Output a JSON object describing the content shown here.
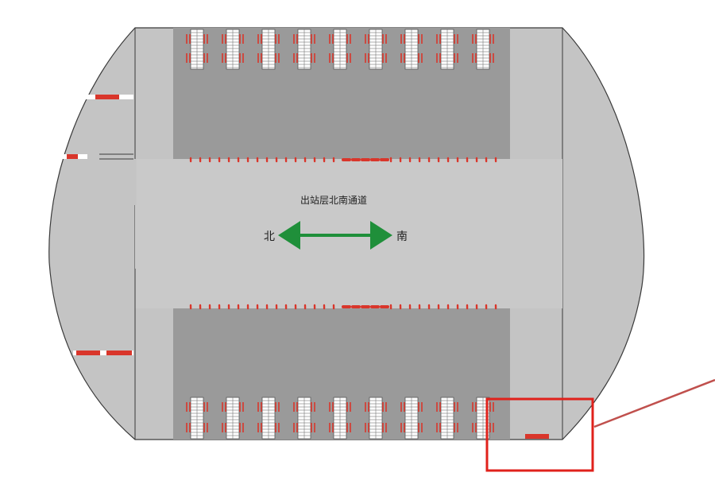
{
  "corridor_title": "出站层北南通道",
  "north_label": "北",
  "south_label": "南",
  "colors": {
    "background": "#ffffff",
    "outer_floor": "#c4c4c4",
    "platform": "#9a9a9a",
    "corridor": "#c9c9c9",
    "gate_red": "#d9362b",
    "arrow_green": "#1f8f3a",
    "highlight_red": "#e0211b",
    "callout_line": "#c0504d",
    "outline": "#3a3a3a"
  },
  "icons": {
    "direction": "double-arrow-icon",
    "stairs": "staircase-icon",
    "gate": "fare-gate-icon"
  }
}
